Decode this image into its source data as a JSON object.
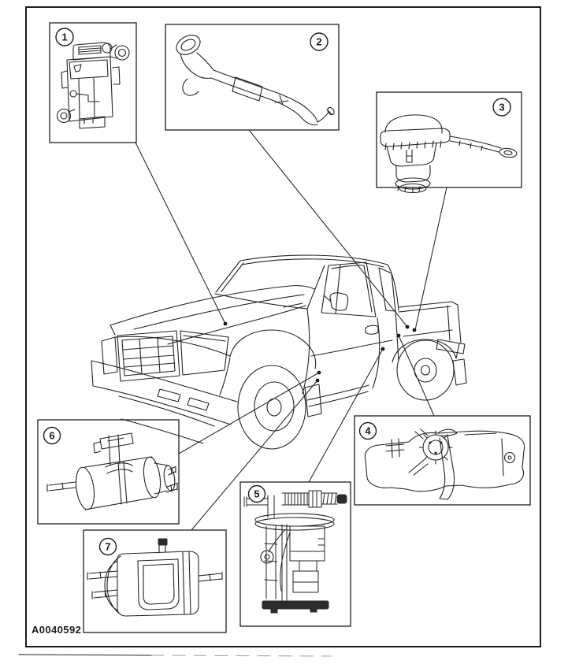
{
  "figure": {
    "code": "A0040592",
    "callouts": [
      {
        "number": "1"
      },
      {
        "number": "2"
      },
      {
        "number": "3"
      },
      {
        "number": "4"
      },
      {
        "number": "5"
      },
      {
        "number": "6"
      },
      {
        "number": "7"
      }
    ]
  },
  "colors": {
    "line": "#232323",
    "background": "#ffffff"
  }
}
